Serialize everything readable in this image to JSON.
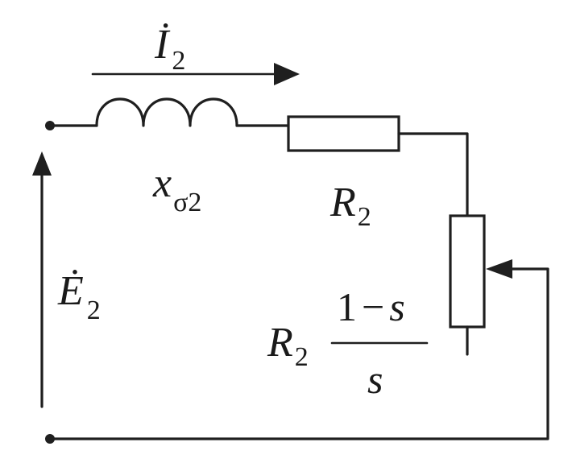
{
  "labels": {
    "current": {
      "symbol": "İ",
      "subscript": "2"
    },
    "reactance": {
      "symbol": "x",
      "subscript": "σ2"
    },
    "resistor": {
      "symbol": "R",
      "subscript": "2"
    },
    "emf": {
      "symbol": "Ė",
      "subscript": "2"
    },
    "load": {
      "symbol": "R",
      "subscript": "2",
      "numerator_one": "1",
      "numerator_minus": "−",
      "numerator_s": "s",
      "denominator": "s"
    }
  },
  "colors": {
    "line": "#1f1f1f",
    "background": "#ffffff"
  }
}
